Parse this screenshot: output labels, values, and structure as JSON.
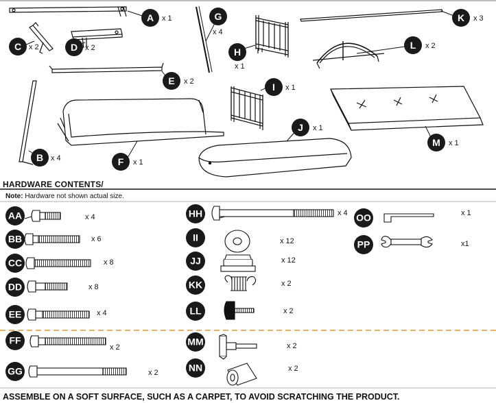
{
  "parts": [
    {
      "label": "A",
      "qty": "x 1"
    },
    {
      "label": "B",
      "qty": "x 4"
    },
    {
      "label": "C",
      "qty": "x 2"
    },
    {
      "label": "D",
      "qty": "x 2"
    },
    {
      "label": "E",
      "qty": "x 2"
    },
    {
      "label": "F",
      "qty": "x 1"
    },
    {
      "label": "G",
      "qty": "x 4"
    },
    {
      "label": "H",
      "qty": "x 1"
    },
    {
      "label": "I",
      "qty": "x 1"
    },
    {
      "label": "J",
      "qty": "x 1"
    },
    {
      "label": "K",
      "qty": "x 3"
    },
    {
      "label": "L",
      "qty": "x 2"
    },
    {
      "label": "M",
      "qty": "x 1"
    }
  ],
  "hardware_title": "HARDWARE CONTENTS/",
  "note_label": "Note:",
  "note_text": " Hardware not shown actual size.",
  "hardware": [
    {
      "label": "AA",
      "qty": "x 4"
    },
    {
      "label": "BB",
      "qty": "x 6"
    },
    {
      "label": "CC",
      "qty": "x 8"
    },
    {
      "label": "DD",
      "qty": "x 8"
    },
    {
      "label": "EE",
      "qty": "x 4"
    },
    {
      "label": "FF",
      "qty": "x 2"
    },
    {
      "label": "GG",
      "qty": "x 2"
    },
    {
      "label": "HH",
      "qty": "x 4"
    },
    {
      "label": "II",
      "qty": "x 12"
    },
    {
      "label": "JJ",
      "qty": "x 12"
    },
    {
      "label": "KK",
      "qty": "x 2"
    },
    {
      "label": "LL",
      "qty": "x 2"
    },
    {
      "label": "MM",
      "qty": "x 2"
    },
    {
      "label": "NN",
      "qty": "x 2"
    },
    {
      "label": "OO",
      "qty": "x 1"
    },
    {
      "label": "PP",
      "qty": "x1"
    }
  ],
  "footer": "ASSEMBLE ON A SOFT SURFACE, SUCH AS A CARPET, TO AVOID SCRATCHING THE PRODUCT."
}
